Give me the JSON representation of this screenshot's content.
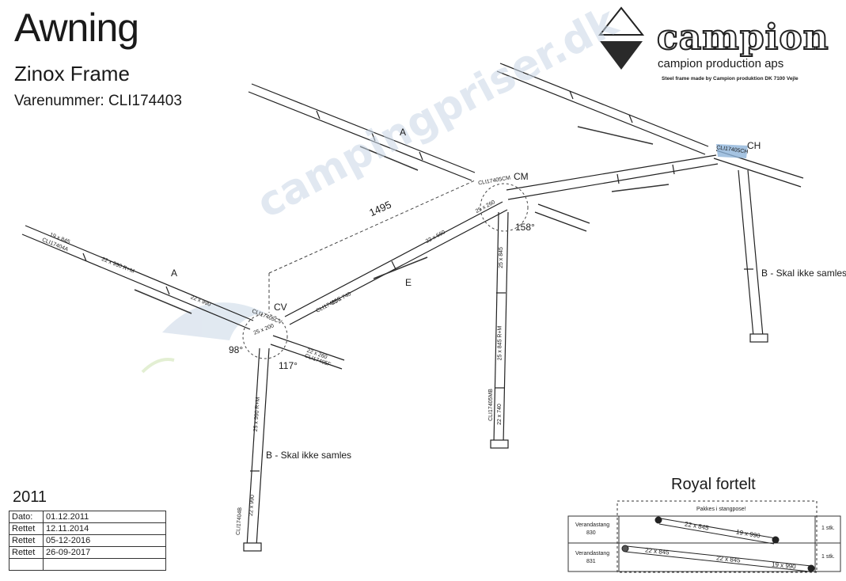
{
  "header": {
    "title": "Awning",
    "subtitle": "Zinox Frame",
    "item_number": "Varenummer: CLI174403"
  },
  "brand": {
    "name": "campion",
    "tagline": "campion production aps",
    "note": "Steel frame made by Campion produktion   DK 7100 Vejle"
  },
  "watermark": {
    "text": "campingpriser.dk"
  },
  "labels": {
    "a_top": "A",
    "a_left": "A",
    "e": "E",
    "cm": "CM",
    "cv": "CV",
    "ch": "CH",
    "b_right": "B - Skal ikke samles",
    "b_left": "B - Skal ikke samles",
    "dim_1495": "1495",
    "angle_158": "158°",
    "angle_98": "98°",
    "angle_117": "117°"
  },
  "pole_labels": {
    "p1": "19 x 845",
    "p1b": "CLI17404A",
    "p2": "22 x 990 R+M",
    "p3": "22 x 990",
    "p4": "CLI17405CV",
    "p5": "25 x 200",
    "p6": "22 x 260",
    "p7": "CLI17405F",
    "p8": "22 x 740",
    "p9": "CLI17405E",
    "p10": "22 x 660",
    "p11": "CLI17405CM",
    "p12": "25 x 260",
    "p13": "CLI17405CH",
    "p14": "25 x 845",
    "p15": "25 x 845 R+M",
    "p16": "CLI17405MB",
    "p17": "22 x 740",
    "p18": "25 x 990 R+M",
    "p19": "22 x 990",
    "p20": "CLI17404B"
  },
  "dates": {
    "year": "2011",
    "rows": [
      {
        "label": "Dato:",
        "value": "01.12.2011"
      },
      {
        "label": "Rettet",
        "value": "12.11.2014"
      },
      {
        "label": "Rettet",
        "value": "05-12-2016"
      },
      {
        "label": "Rettet",
        "value": "26-09-2017"
      },
      {
        "label": "",
        "value": ""
      }
    ]
  },
  "royal": {
    "title": "Royal fortelt",
    "packed": "Pakkes i stangpose!",
    "rows": [
      {
        "name": "Verandastang",
        "code": "830",
        "parts": [
          "22 x 845",
          "19 x 990"
        ],
        "qty": "1 stk."
      },
      {
        "name": "Verandastang",
        "code": "831",
        "parts": [
          "22 x 845",
          "22 x 845",
          "19 x 990"
        ],
        "qty": "1 stk."
      }
    ]
  },
  "colors": {
    "line": "#222222",
    "highlight": "#8fb4d9",
    "watermark": "#c9d7e6"
  }
}
